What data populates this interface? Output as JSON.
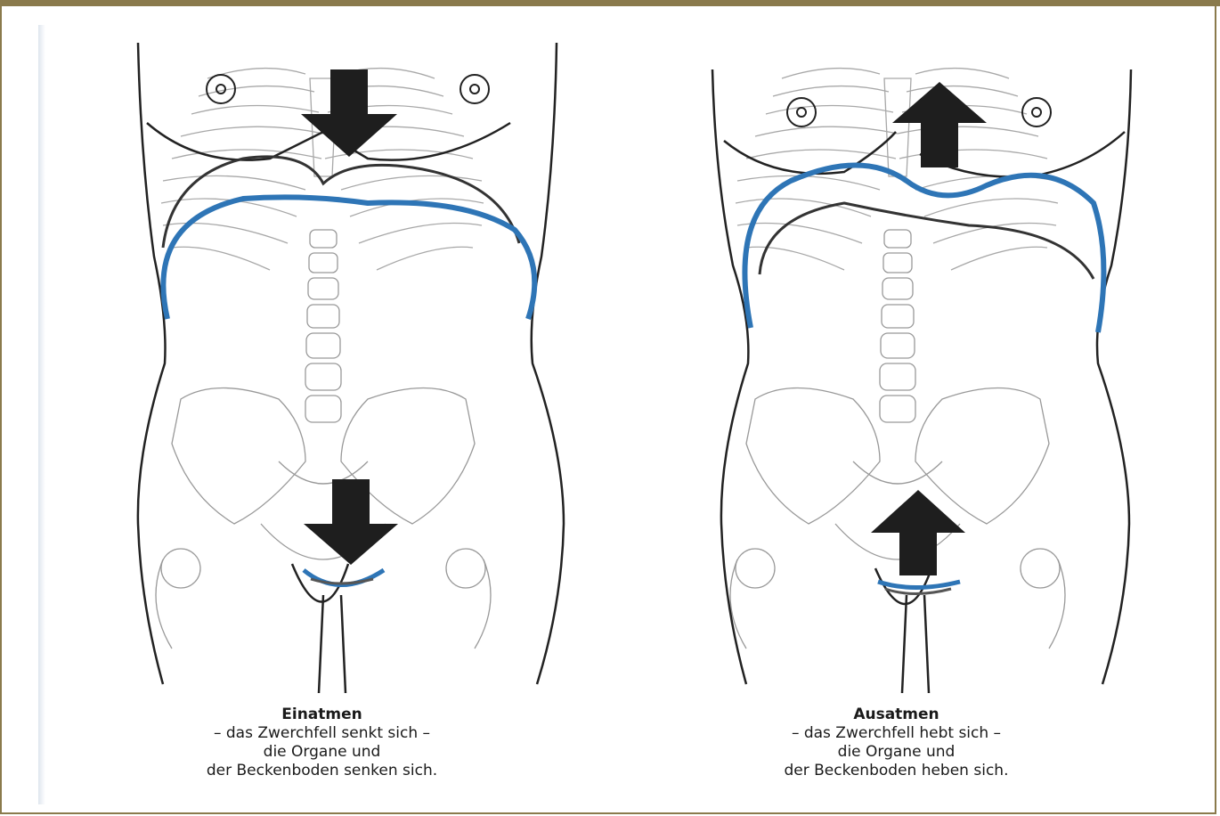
{
  "colors": {
    "frame": "#8a7a4c",
    "diaphragm": "#2e75b6",
    "arrow": "#1e1e1e",
    "outline": "#222222",
    "bones": "#9a9a9a"
  },
  "panels": [
    {
      "title": "Einatmen",
      "lines": [
        "– das Zwerchfell senkt sich –",
        "die Organe und",
        "der Beckenboden senken sich."
      ],
      "arrow_direction": "down"
    },
    {
      "title": "Ausatmen",
      "lines": [
        "– das Zwerchfell hebt sich –",
        "die Organe und",
        "der Beckenboden heben sich."
      ],
      "arrow_direction": "up"
    }
  ]
}
